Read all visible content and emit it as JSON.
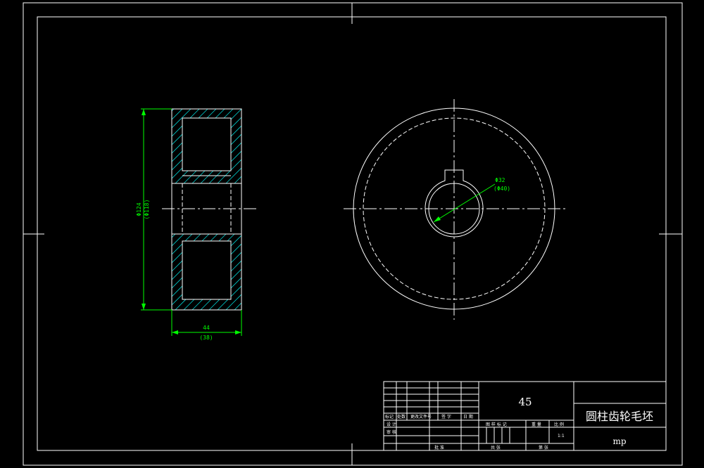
{
  "drawing": {
    "material": "45",
    "part_name": "圆柱齿轮毛坯",
    "drawing_number": "mp",
    "scale": "1:1",
    "dimensions": {
      "outer_diameter": "Φ124",
      "outer_diameter_alt": "(Φ118)",
      "width": "44",
      "width_alt": "(38)",
      "bore": "Φ32",
      "bore_alt": "(Φ40)"
    },
    "title_block": {
      "rev_marks": "标记",
      "rev_count": "处数",
      "rev_file": "更改文件号",
      "rev_sign": "签 字",
      "rev_date": "日 期",
      "designer": "设 计",
      "review": "审 核",
      "approve": "批 准",
      "stage_mark": "图 样 标 记",
      "weight": "重 量",
      "scale_label": "比 例",
      "sheet_total": "共 张",
      "sheet_no": "第 张",
      "date": "日 期"
    }
  }
}
